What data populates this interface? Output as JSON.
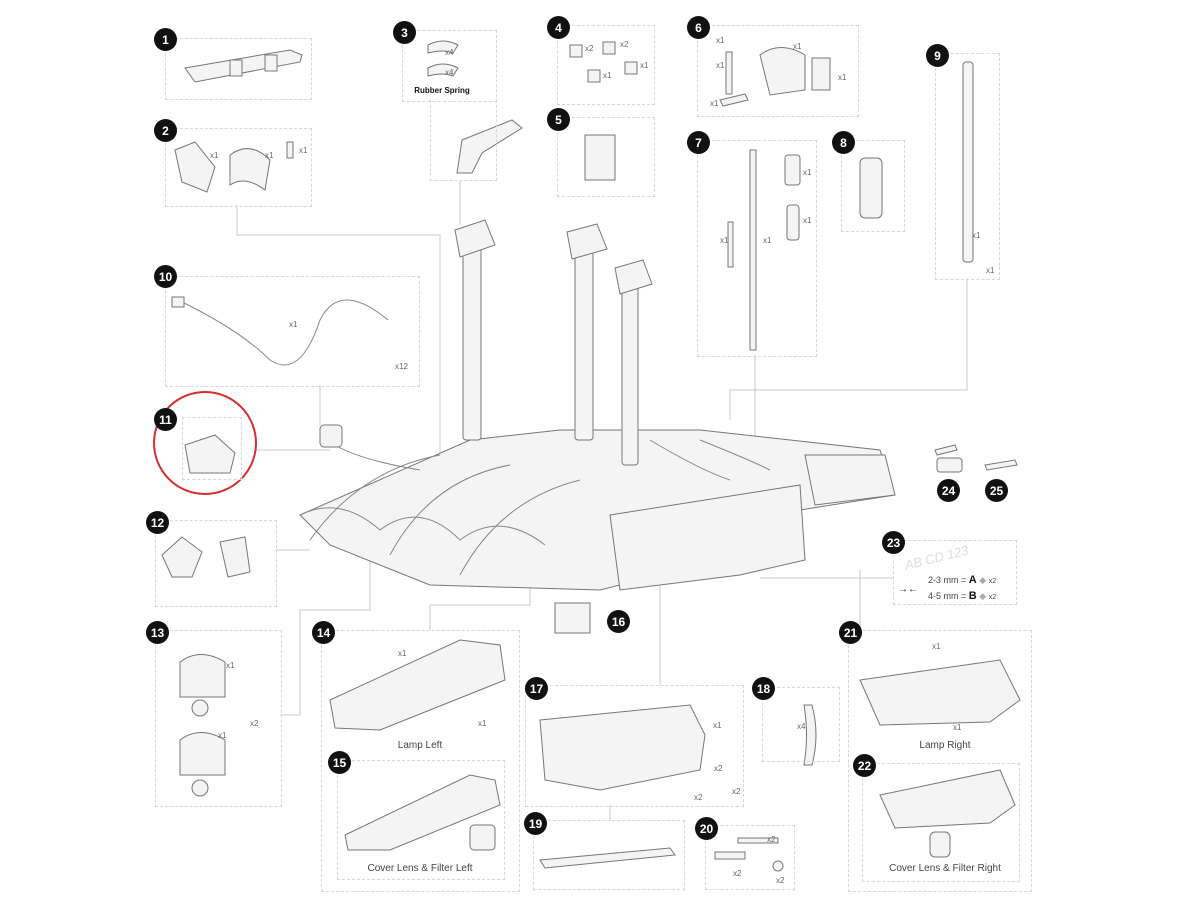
{
  "title": "Bike carrier spare parts diagram",
  "highlight_color": "#d32f2f",
  "parts": [
    {
      "num": "1"
    },
    {
      "num": "2",
      "qty": [
        "x1",
        "x1",
        "x1"
      ]
    },
    {
      "num": "3",
      "qty": [
        "x4",
        "x4"
      ],
      "label": "Rubber Spring"
    },
    {
      "num": "4",
      "qty": [
        "x2",
        "x2",
        "x1",
        "x1"
      ]
    },
    {
      "num": "5"
    },
    {
      "num": "6",
      "qty": [
        "x1",
        "x1",
        "x1",
        "x1",
        "x1"
      ]
    },
    {
      "num": "7",
      "qty": [
        "x1",
        "x1",
        "x1",
        "x1"
      ]
    },
    {
      "num": "8"
    },
    {
      "num": "9",
      "qty": [
        "x1",
        "x1"
      ]
    },
    {
      "num": "10",
      "qty": [
        "x1",
        "x12"
      ]
    },
    {
      "num": "11",
      "highlighted": true
    },
    {
      "num": "12"
    },
    {
      "num": "13",
      "qty": [
        "x1",
        "x2",
        "x1"
      ]
    },
    {
      "num": "14",
      "qty": [
        "x1",
        "x1"
      ],
      "label": "Lamp Left"
    },
    {
      "num": "15",
      "label": "Cover Lens & Filter Left"
    },
    {
      "num": "16"
    },
    {
      "num": "17",
      "qty": [
        "x1",
        "x2",
        "x2",
        "x2"
      ]
    },
    {
      "num": "18",
      "qty": [
        "x4"
      ]
    },
    {
      "num": "19"
    },
    {
      "num": "20",
      "qty": [
        "x2",
        "x2",
        "x2"
      ]
    },
    {
      "num": "21",
      "qty": [
        "x1",
        "x1"
      ],
      "label": "Lamp Right"
    },
    {
      "num": "22",
      "label": "Cover Lens & Filter Right"
    },
    {
      "num": "23",
      "plate": "AB CD 123",
      "rows": [
        {
          "range": "2-3 mm =",
          "letter": "A",
          "qty": "x2"
        },
        {
          "range": "4-5 mm =",
          "letter": "B",
          "qty": "x2"
        }
      ]
    },
    {
      "num": "24"
    },
    {
      "num": "25"
    }
  ]
}
